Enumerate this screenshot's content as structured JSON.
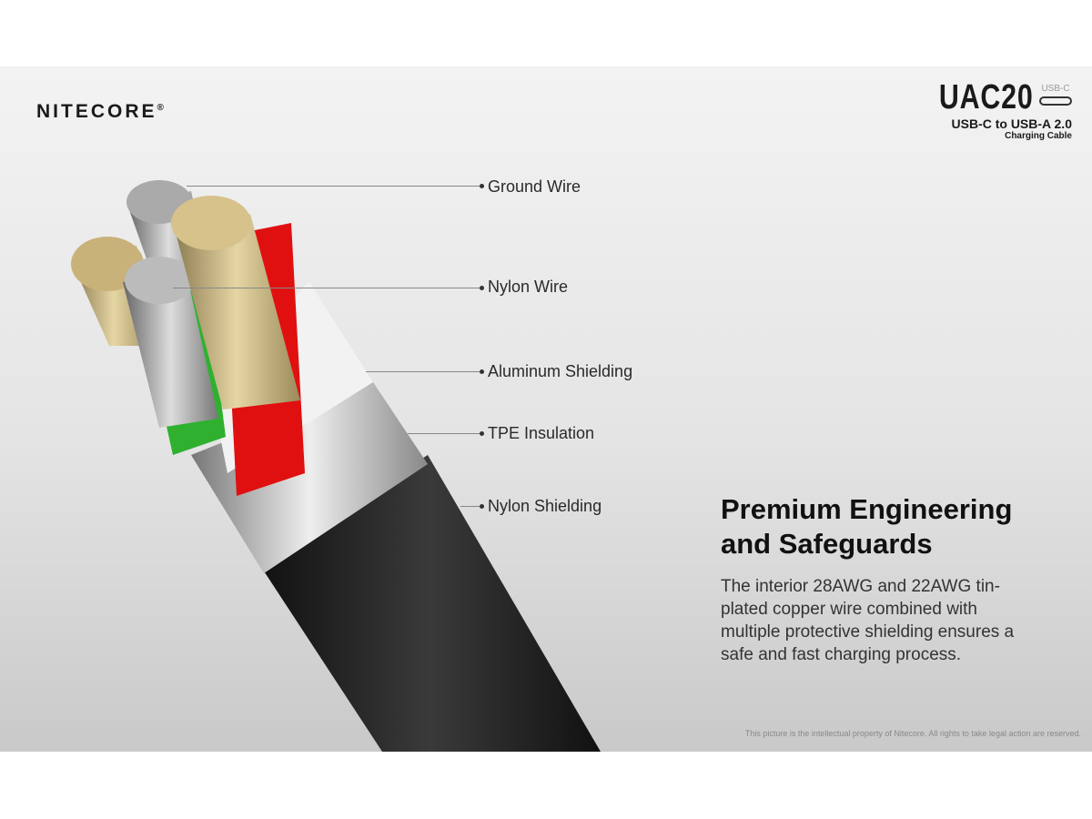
{
  "brand": {
    "name": "NITECORE",
    "mark": "®"
  },
  "product": {
    "model": "UAC20",
    "connector_badge": "USB-C",
    "subtitle": "USB-C to USB-A 2.0",
    "subtitle2": "Charging Cable"
  },
  "labels": [
    "Ground Wire",
    "Nylon Wire",
    "Aluminum Shielding",
    "TPE Insulation",
    "Nylon Shielding"
  ],
  "headline": {
    "line1": "Premium Engineering",
    "line2": "and Safeguards"
  },
  "description": "The interior 28AWG and 22AWG tin-plated copper wire combined with multiple protective shielding ensures a safe and fast charging process.",
  "legal": "This picture is the intellectual property of Nitecore. All rights to take legal action are reserved."
}
